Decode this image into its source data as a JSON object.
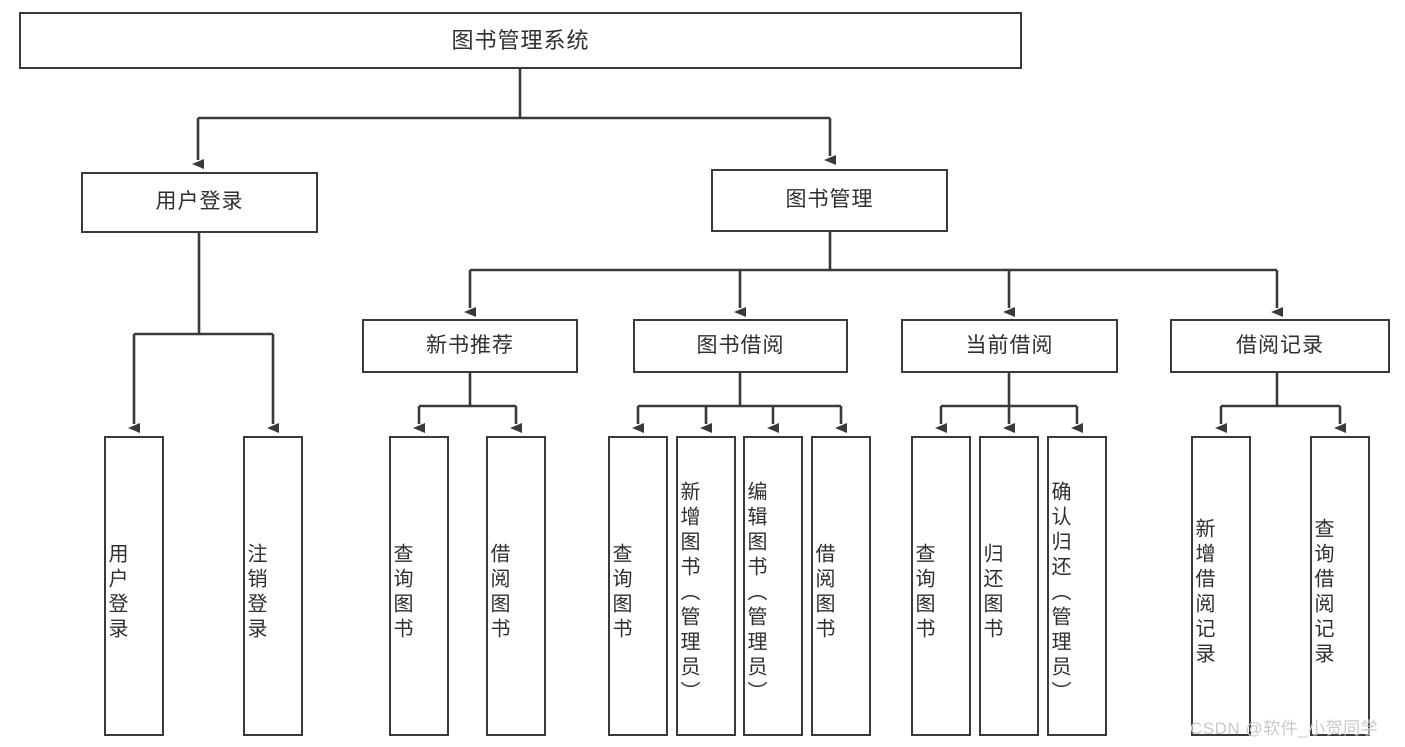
{
  "diagram": {
    "title": "图书管理系统",
    "type": "tree",
    "watermark": "CSDN @软件_小贺同学",
    "colors": {
      "box_border": "#3a3a3a",
      "box_fill": "#ffffff",
      "text": "#2f2f2f",
      "edge": "#3a3a3a",
      "watermark": "#c9c9c9"
    },
    "nodes": {
      "root": {
        "label": "图书管理系统"
      },
      "level2": [
        {
          "label": "用户登录"
        },
        {
          "label": "图书管理"
        }
      ],
      "level3": [
        {
          "label": "新书推荐"
        },
        {
          "label": "图书借阅"
        },
        {
          "label": "当前借阅"
        },
        {
          "label": "借阅记录"
        }
      ],
      "leaves": {
        "user_login": [
          {
            "label": "用户登录"
          },
          {
            "label": "注销登录"
          }
        ],
        "new_book": [
          {
            "label": "查询图书"
          },
          {
            "label": "借阅图书"
          }
        ],
        "borrow_book": [
          {
            "label": "查询图书"
          },
          {
            "label": "新增图书（管理员）"
          },
          {
            "label": "编辑图书（管理员）"
          },
          {
            "label": "借阅图书"
          }
        ],
        "current_borrow": [
          {
            "label": "查询图书"
          },
          {
            "label": "归还图书"
          },
          {
            "label": "确认归还（管理员）"
          }
        ],
        "borrow_record": [
          {
            "label": "新增借阅记录"
          },
          {
            "label": "查询借阅记录"
          }
        ]
      }
    }
  }
}
